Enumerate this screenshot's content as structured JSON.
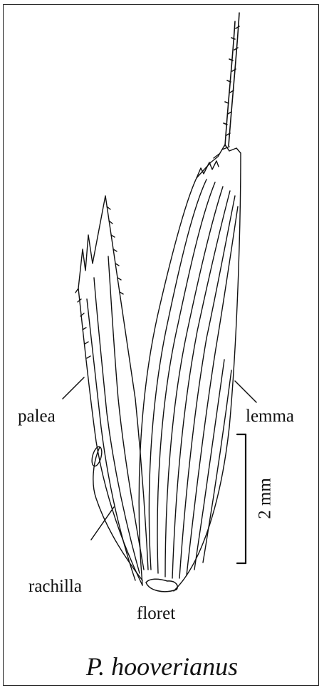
{
  "labels": {
    "palea": "palea",
    "lemma": "lemma",
    "rachilla": "rachilla",
    "floret": "floret"
  },
  "scale_bar": {
    "text": "2 mm"
  },
  "title": "P. hooverianus"
}
